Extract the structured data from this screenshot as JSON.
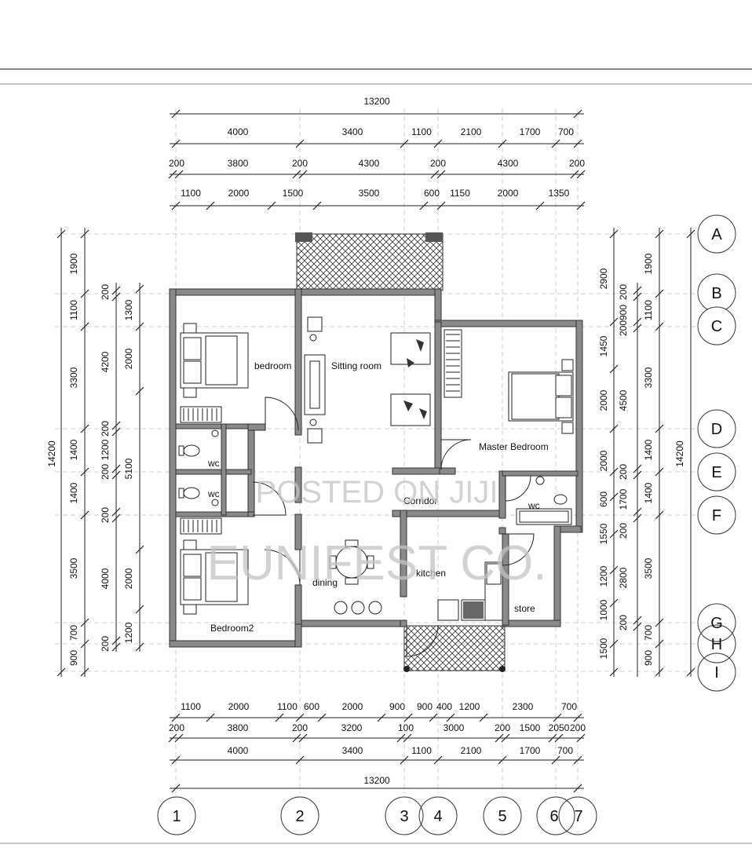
{
  "rooms": {
    "bedroom": "bedroom",
    "sitting_room": "Sitting room",
    "master_bedroom": "Master Bedroom",
    "wc_top": "wc",
    "wc_mid": "wc",
    "wc_master": "wc",
    "corridor": "Corridor",
    "kitchen": "kitchen",
    "dining": "dining",
    "store": "store",
    "bedroom2": "Bedroom2"
  },
  "watermark": {
    "line1": "POSTED ON JIJI",
    "line2": "EUNIFEST CO."
  },
  "grid_columns": [
    "1",
    "2",
    "3",
    "4",
    "5",
    "6",
    "7"
  ],
  "grid_rows": [
    "A",
    "B",
    "C",
    "D",
    "E",
    "F",
    "G",
    "H",
    "I"
  ],
  "dims_top": {
    "overall": "13200",
    "row1": [
      "4000",
      "3400",
      "1100",
      "2100",
      "1700",
      "700"
    ],
    "row2": [
      "200",
      "3800",
      "200",
      "4300",
      "200",
      "4300",
      "200"
    ],
    "row3": [
      "1100",
      "2000",
      "1500",
      "3500",
      "600",
      "1150",
      "2000",
      "1350"
    ]
  },
  "dims_bottom": {
    "row1": [
      "1100",
      "2000",
      "1100",
      "600",
      "2000",
      "900",
      "900",
      "400",
      "1200",
      "2300",
      "700"
    ],
    "row2": [
      "200",
      "3800",
      "200",
      "3200",
      "100",
      "3000",
      "200",
      "1500",
      "2050",
      "200"
    ],
    "row3": [
      "4000",
      "3400",
      "1100",
      "2100",
      "1700",
      "700"
    ],
    "overall": "13200"
  },
  "dims_left": {
    "overall": "14200",
    "col_a": [
      "1900",
      "1100",
      "3300",
      "1400",
      "1400",
      "3500",
      "700",
      "900"
    ],
    "col_b": [
      "200",
      "4200",
      "200",
      "1200",
      "200",
      "200",
      "4000",
      "200"
    ],
    "col_c": [
      "1300",
      "2000",
      "5100",
      "2000",
      "1200"
    ]
  },
  "dims_right": {
    "overall": "14200",
    "col_a": [
      "2900",
      "1450",
      "2000",
      "2000",
      "600",
      "1550",
      "1200",
      "1000",
      "1500"
    ],
    "col_b": [
      "200",
      "900",
      "200",
      "4500",
      "200",
      "1700",
      "200",
      "2800",
      "200"
    ],
    "col_c": [
      "1900",
      "1100",
      "3300",
      "1400",
      "1400",
      "3500",
      "700",
      "900"
    ]
  }
}
